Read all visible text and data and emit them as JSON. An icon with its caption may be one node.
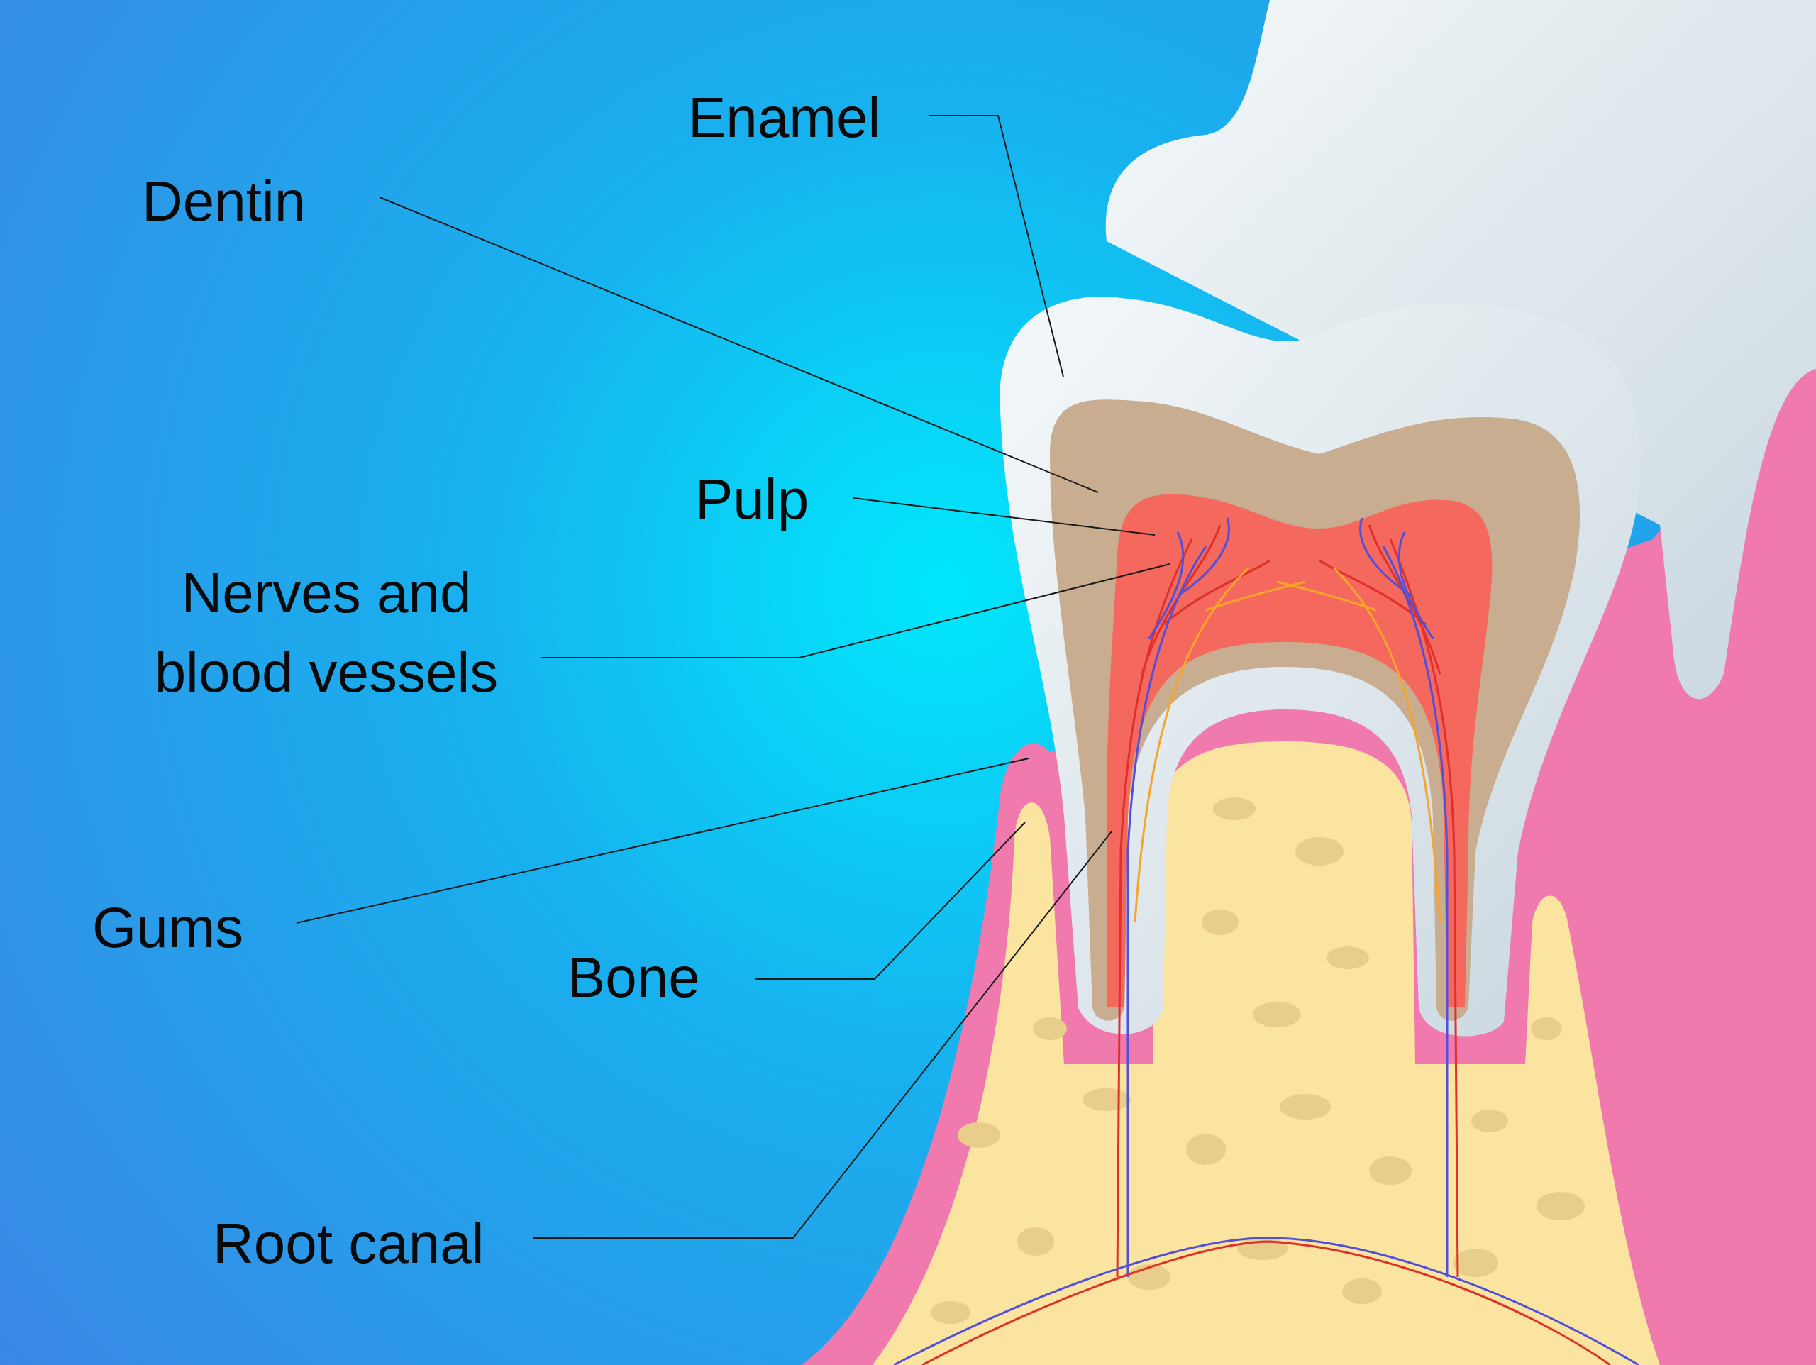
{
  "diagram": {
    "nodes": [
      {
        "text": [
          "Enamel"
        ]
      },
      {
        "text": [
          "Dentin"
        ]
      },
      {
        "text": [
          "Pulp"
        ]
      },
      {
        "text": [
          "Nerves and blood vessels"
        ]
      },
      {
        "text": [
          "Gums"
        ]
      },
      {
        "text": [
          "Bone"
        ]
      },
      {
        "text": [
          "Root canal"
        ]
      }
    ],
    "edges": [
      {
        "from": 0,
        "to": null,
        "arrow": "none"
      },
      {
        "from": 1,
        "to": null,
        "arrow": "none"
      },
      {
        "from": 2,
        "to": null,
        "arrow": "none"
      },
      {
        "from": 3,
        "to": null,
        "arrow": "none"
      },
      {
        "from": 4,
        "to": null,
        "arrow": "none"
      },
      {
        "from": 5,
        "to": null,
        "arrow": "none"
      },
      {
        "from": 6,
        "to": null,
        "arrow": "none"
      }
    ]
  }
}
